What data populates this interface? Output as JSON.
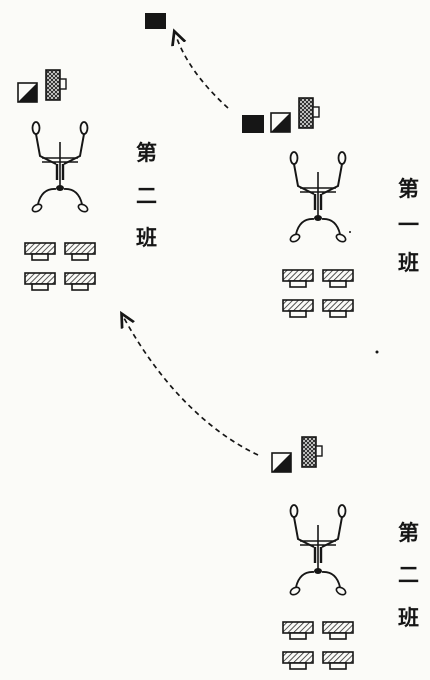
{
  "diagram": {
    "units": [
      {
        "id": "unit-top-right",
        "label": [
          "第",
          "一",
          "班"
        ]
      },
      {
        "id": "unit-top-left",
        "label": [
          "第",
          "二",
          "班"
        ]
      },
      {
        "id": "unit-bottom-right",
        "label": [
          "第",
          "二",
          "班"
        ]
      }
    ],
    "colors": {
      "ink": "#161616",
      "paper": "#fbfbf8",
      "hatch": "#2a2a2a"
    }
  }
}
